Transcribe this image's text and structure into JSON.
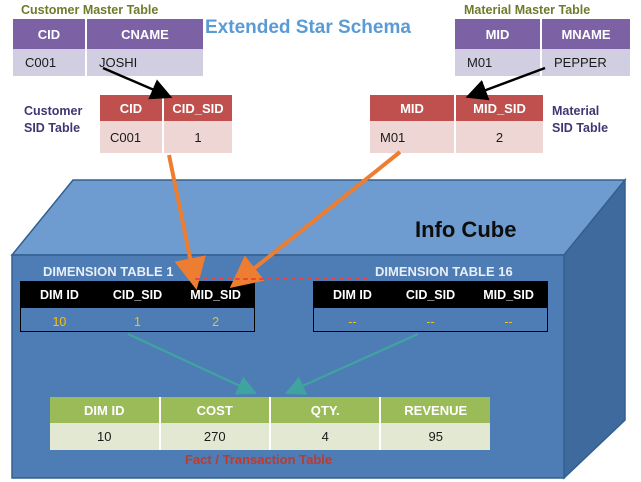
{
  "title": "Extended Star Schema",
  "colors": {
    "title_blue": "#5B9BD5",
    "master_header_purple": "#7C62A5",
    "master_row_lavender": "#D2CEE2",
    "sid_header_red": "#C0504D",
    "sid_row_pink": "#EDD6D4",
    "cube_front_blue": "#4E7CB5",
    "cube_top_blue": "#6E9BD0",
    "cube_side_blue": "#3E6A9E",
    "dim_header_black": "#000000",
    "dim_value_gold": "#FFC000",
    "fact_header_green": "#9BBB59",
    "fact_row_green": "#E2E8D2",
    "caption_green": "#6E7B2B",
    "caption_purple": "#3F3773",
    "caption_red": "#C0392B",
    "arrow_orange": "#ED7D31",
    "arrow_teal": "#3FA4A0",
    "arrow_black": "#000000",
    "dotted_red": "#E8453C"
  },
  "customer_master": {
    "caption": "Customer Master  Table",
    "headers": [
      "CID",
      "CNAME"
    ],
    "rows": [
      [
        "C001",
        "JOSHI"
      ]
    ]
  },
  "material_master": {
    "caption": "Material Master Table",
    "headers": [
      "MID",
      "MNAME"
    ],
    "rows": [
      [
        "M01",
        "PEPPER"
      ]
    ]
  },
  "customer_sid": {
    "caption_line1": "Customer",
    "caption_line2": "SID Table",
    "headers": [
      "CID",
      "CID_SID"
    ],
    "rows": [
      [
        "C001",
        "1"
      ]
    ]
  },
  "material_sid": {
    "caption_line1": "Material",
    "caption_line2": "SID Table",
    "headers": [
      "MID",
      "MID_SID"
    ],
    "rows": [
      [
        "M01",
        "2"
      ]
    ]
  },
  "cube": {
    "title": "Info Cube"
  },
  "dimension_table_1": {
    "caption": "DIMENSION TABLE  1",
    "headers": [
      "DIM ID",
      "CID_SID",
      "MID_SID"
    ],
    "rows": [
      [
        "10",
        "1",
        "2"
      ]
    ]
  },
  "dimension_table_16": {
    "caption": "DIMENSION TABLE 16",
    "headers": [
      "DIM ID",
      "CID_SID",
      "MID_SID"
    ],
    "rows": [
      [
        "--",
        "--",
        "--"
      ]
    ]
  },
  "fact_table": {
    "caption": "Fact / Transaction Table",
    "headers": [
      "DIM ID",
      "COST",
      "QTY.",
      "REVENUE"
    ],
    "rows": [
      [
        "10",
        "270",
        "4",
        "95"
      ]
    ]
  },
  "connectors": [
    {
      "name": "customer-master-to-customer-sid",
      "color": "#000000"
    },
    {
      "name": "material-master-to-material-sid",
      "color": "#000000"
    },
    {
      "name": "customer-sid-to-dimension-table-1",
      "color": "#ED7D31"
    },
    {
      "name": "material-sid-to-dimension-table-1",
      "color": "#ED7D31"
    },
    {
      "name": "dimension-table-1-to-fact-table",
      "color": "#3FA4A0"
    },
    {
      "name": "dimension-table-16-to-fact-table",
      "color": "#3FA4A0"
    },
    {
      "name": "dimension-tables-ellipsis",
      "color": "#E8453C"
    }
  ]
}
